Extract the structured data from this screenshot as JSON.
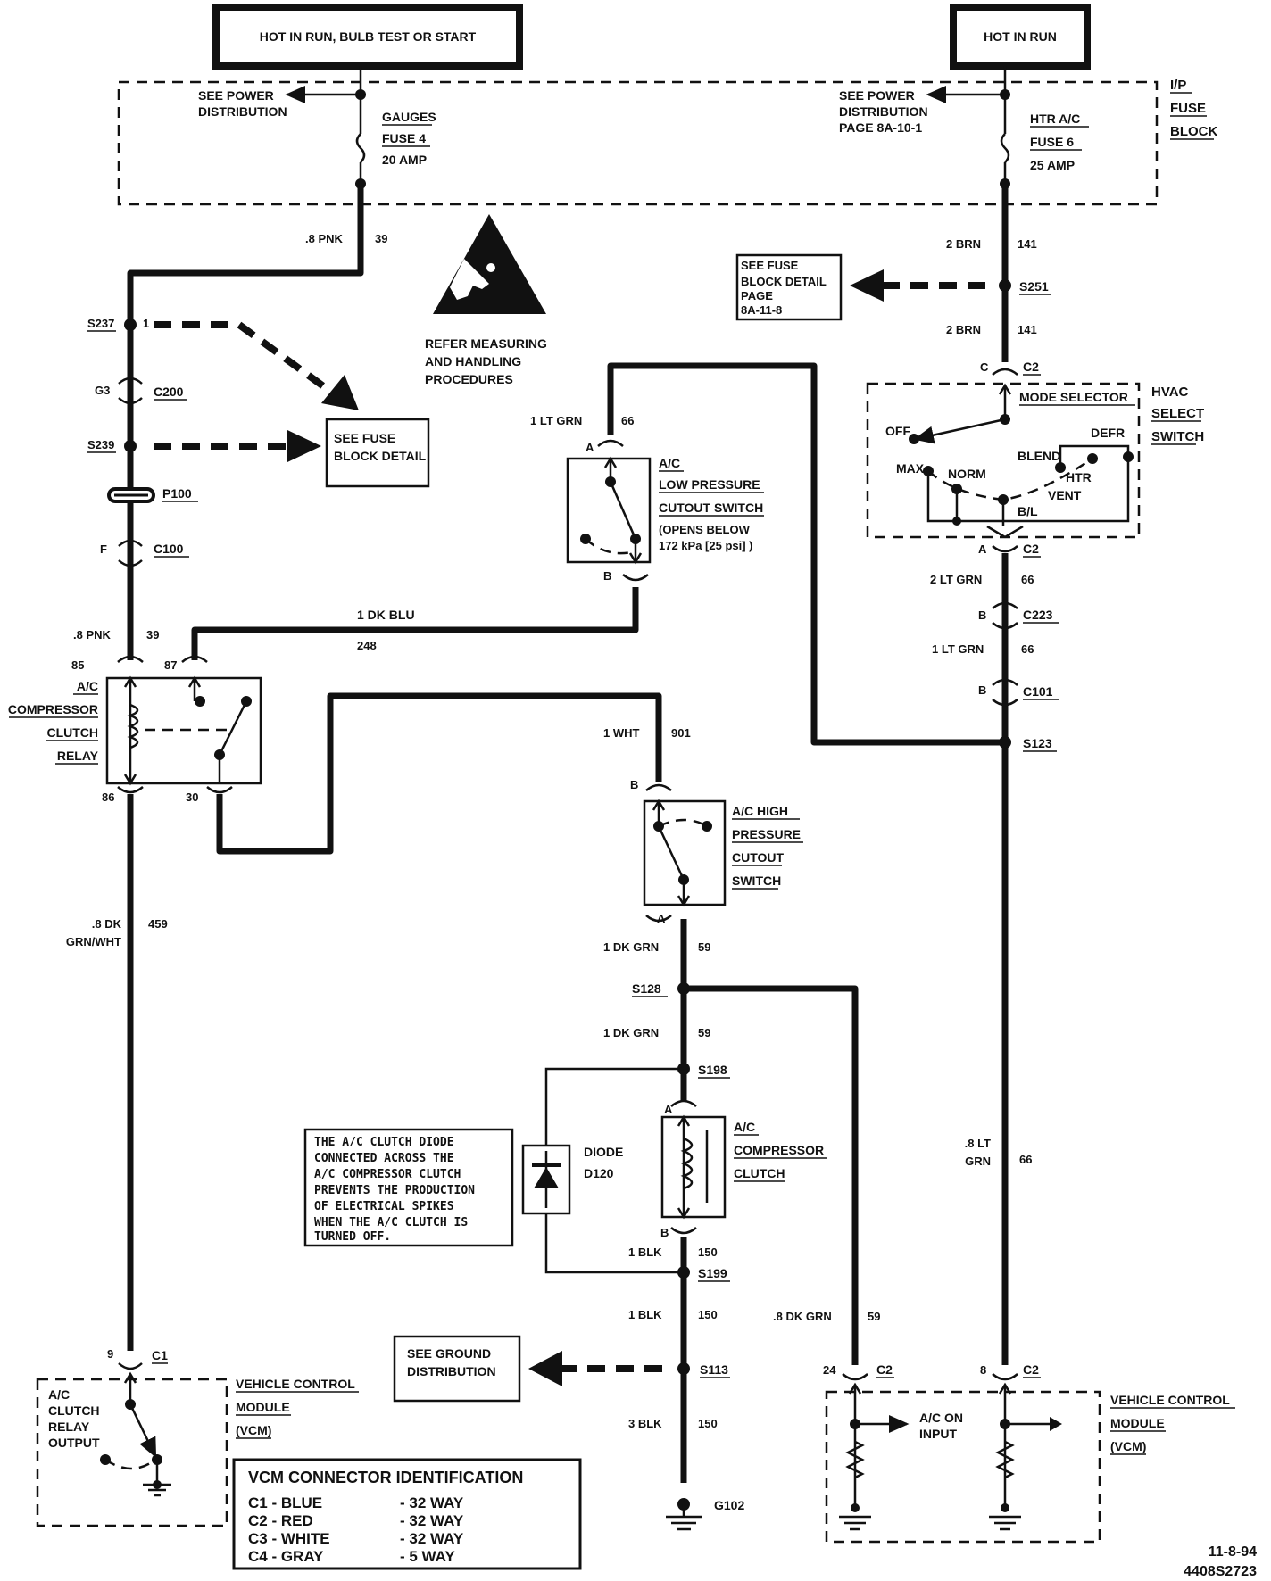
{
  "headers": {
    "left": "HOT IN RUN, BULB TEST OR START",
    "right": "HOT IN RUN"
  },
  "fuse_block": {
    "title": [
      "I/P",
      "FUSE",
      "BLOCK"
    ],
    "left_power": [
      "SEE POWER",
      "DISTRIBUTION"
    ],
    "right_power": [
      "SEE POWER",
      "DISTRIBUTION",
      "PAGE 8A-10-1"
    ],
    "fuse4": [
      "GAUGES",
      "FUSE 4",
      "20 AMP"
    ],
    "fuse6": [
      "HTR A/C",
      "FUSE 6",
      "25 AMP"
    ]
  },
  "esd": [
    "REFER MEASURING",
    "AND HANDLING",
    "PROCEDURES"
  ],
  "left_circuit": {
    "wire_top": ".8 PNK",
    "wire_top_num": "39",
    "s237": "S237",
    "s237_pin": "1",
    "g3": "G3",
    "c200": "C200",
    "s239": "S239",
    "see_fuse": [
      "SEE FUSE",
      "BLOCK DETAIL"
    ],
    "p100": "P100",
    "f": "F",
    "c100": "C100",
    "wire_relay": ".8 PNK",
    "wire_relay_num": "39",
    "dk_blu": "1 DK BLU",
    "dk_blu_num": "248",
    "pin85": "85",
    "pin87": "87",
    "pin86": "86",
    "pin30": "30",
    "relay_label": [
      "A/C",
      "COMPRESSOR",
      "CLUTCH",
      "RELAY"
    ],
    "wire_vcm": ".8 DK",
    "wire_vcm2": "GRN/WHT",
    "wire_vcm_num": "459",
    "pin9": "9",
    "c1": "C1"
  },
  "low_pressure": {
    "wire": "1 LT GRN",
    "wire_num": "66",
    "pin_a": "A",
    "pin_b": "B",
    "label": [
      "A/C",
      "LOW PRESSURE",
      "CUTOUT SWITCH"
    ],
    "note": [
      "(OPENS BELOW",
      "172 kPa [25 psi] )"
    ]
  },
  "high_pressure": {
    "wire": "1 WHT",
    "wire_num": "901",
    "pin_b": "B",
    "pin_a": "A",
    "label": [
      "A/C HIGH",
      "PRESSURE",
      "CUTOUT",
      "SWITCH"
    ],
    "wire2": "1 DK GRN",
    "wire2_num": "59",
    "s128": "S128",
    "wire3": "1 DK GRN",
    "wire3_num": "59",
    "s198": "S198",
    "clutch_a": "A",
    "clutch_b": "B",
    "clutch_label": [
      "A/C",
      "COMPRESSOR",
      "CLUTCH"
    ],
    "diode_label": [
      "DIODE",
      "D120"
    ],
    "note": [
      "THE A/C CLUTCH DIODE",
      "CONNECTED ACROSS THE",
      "A/C COMPRESSOR CLUTCH",
      "PREVENTS THE PRODUCTION",
      "OF ELECTRICAL SPIKES",
      "WHEN THE A/C CLUTCH IS",
      "TURNED OFF."
    ],
    "blk1": "1 BLK",
    "blk1_num": "150",
    "s199": "S199",
    "blk2": "1 BLK",
    "blk2_num": "150",
    "see_ground": [
      "SEE GROUND",
      "DISTRIBUTION"
    ],
    "s113": "S113",
    "blk3": "3 BLK",
    "blk3_num": "150",
    "g102": "G102"
  },
  "right_circuit": {
    "brn1": "2 BRN",
    "brn1_num": "141",
    "see_fuse": [
      "SEE FUSE",
      "BLOCK DETAIL",
      "PAGE",
      "8A-11-8"
    ],
    "s251": "S251",
    "brn2": "2 BRN",
    "brn2_num": "141",
    "c2_top_pin": "C",
    "c2_top": "C2",
    "mode_selector": "MODE SELECTOR",
    "hvac": [
      "HVAC",
      "SELECT",
      "SWITCH"
    ],
    "off": "OFF",
    "defr": "DEFR",
    "blend": "BLEND",
    "max": "MAX",
    "norm": "NORM",
    "htr": "HTR",
    "vent": "VENT",
    "bl": "B/L",
    "c2_bot_pin": "A",
    "c2_bot": "C2",
    "ltgrn2": "2 LT GRN",
    "ltgrn2_num": "66",
    "c223_pin": "B",
    "c223": "C223",
    "ltgrn1": "1 LT GRN",
    "ltgrn1_num": "66",
    "c101_pin": "B",
    "c101": "C101",
    "s123": "S123",
    "ltgrn08": ".8 LT",
    "ltgrn08b": "GRN",
    "ltgrn08_num": "66",
    "dkgrn": ".8 DK GRN",
    "dkgrn_num": "59",
    "pin24": "24",
    "c2a": "C2",
    "pin8": "8",
    "c2b": "C2",
    "ac_on": [
      "A/C ON",
      "INPUT"
    ]
  },
  "vcm": {
    "label": [
      "VEHICLE CONTROL",
      "MODULE",
      "(VCM)"
    ],
    "relay_output": [
      "A/C",
      "CLUTCH",
      "RELAY",
      "OUTPUT"
    ]
  },
  "connector_table": {
    "title": "VCM CONNECTOR IDENTIFICATION",
    "rows": [
      {
        "id": "C1 - BLUE",
        "way": "- 32 WAY"
      },
      {
        "id": "C2 - RED",
        "way": "- 32 WAY"
      },
      {
        "id": "C3 - WHITE",
        "way": "- 32 WAY"
      },
      {
        "id": "C4 - GRAY",
        "way": "- 5 WAY"
      }
    ]
  },
  "footer": {
    "date": "11-8-94",
    "code": "4408S2723"
  }
}
